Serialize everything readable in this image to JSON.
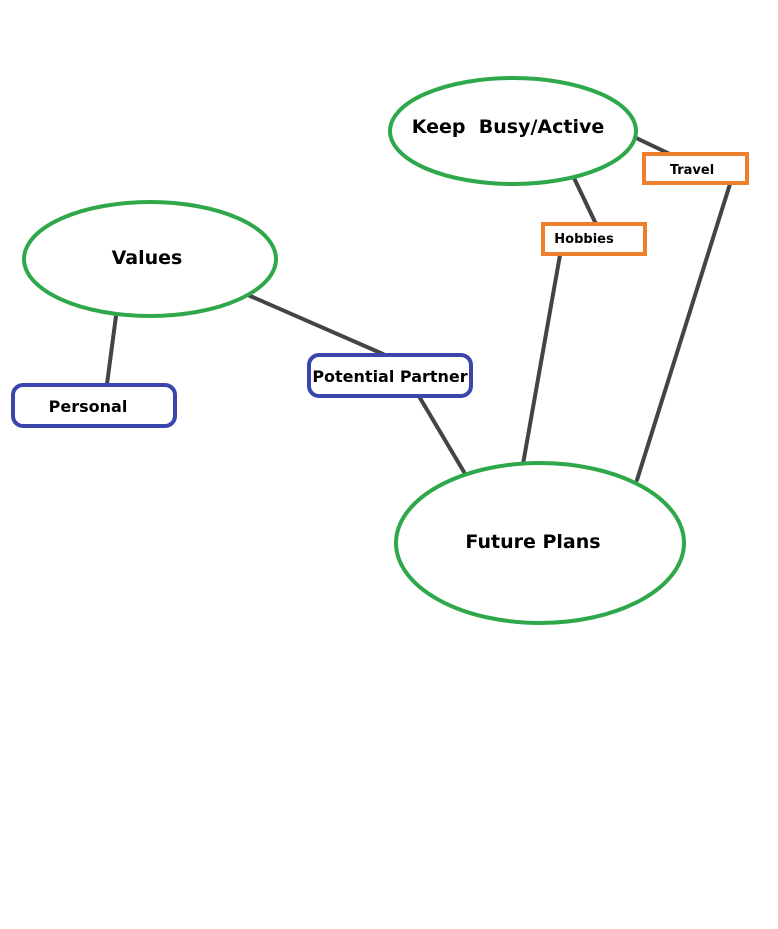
{
  "colors": {
    "ellipse_stroke": "#2ea84a",
    "blue_box_stroke": "#3a46ad",
    "orange_box_stroke": "#ee7f2d",
    "connector": "#444444",
    "text": "#000000"
  },
  "nodes": {
    "values": {
      "label": "Values",
      "shape": "ellipse"
    },
    "keep_busy": {
      "label": "Keep  Busy/Active",
      "shape": "ellipse"
    },
    "future_plans": {
      "label": "Future Plans",
      "shape": "ellipse"
    },
    "personal": {
      "label": "Personal",
      "shape": "rounded-rect"
    },
    "potential_partner": {
      "label": "Potential Partner",
      "shape": "rounded-rect"
    },
    "hobbies": {
      "label": "Hobbies",
      "shape": "rect"
    },
    "travel": {
      "label": "Travel",
      "shape": "rect"
    }
  },
  "edges": [
    {
      "from": "values",
      "to": "personal"
    },
    {
      "from": "values",
      "to": "potential_partner"
    },
    {
      "from": "potential_partner",
      "to": "future_plans"
    },
    {
      "from": "keep_busy",
      "to": "hobbies"
    },
    {
      "from": "keep_busy",
      "to": "travel"
    },
    {
      "from": "hobbies",
      "to": "future_plans"
    },
    {
      "from": "travel",
      "to": "future_plans"
    }
  ]
}
